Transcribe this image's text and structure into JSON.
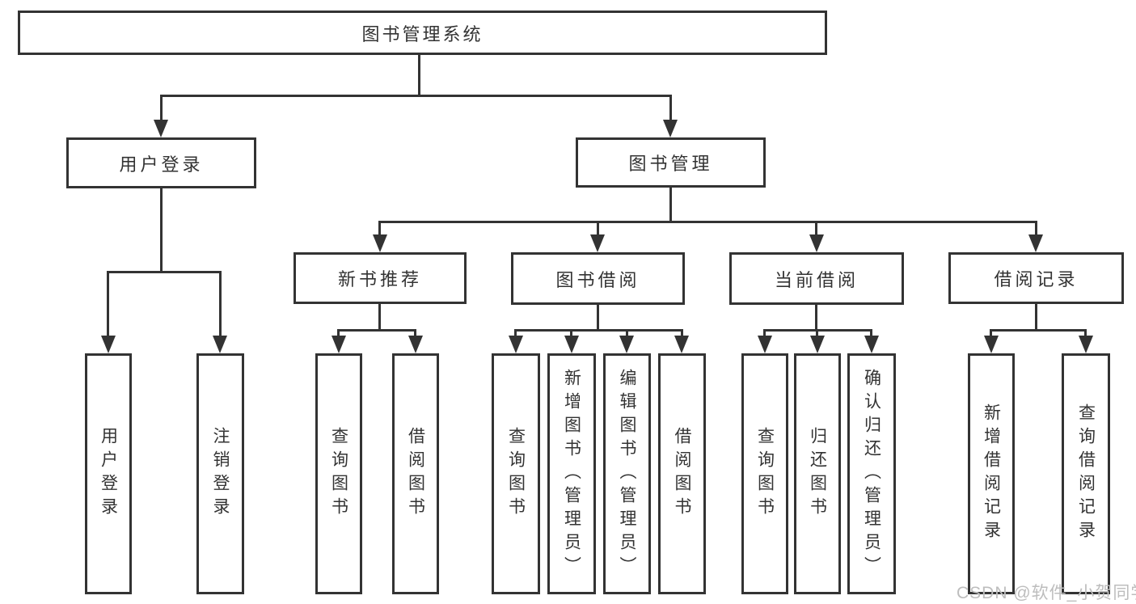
{
  "diagram_title": "图书管理系统",
  "tree": {
    "root": {
      "label": "图书管理系统",
      "children": [
        {
          "label": "用户登录",
          "children": [
            {
              "label": "用户登录"
            },
            {
              "label": "注销登录"
            }
          ]
        },
        {
          "label": "图书管理",
          "children": [
            {
              "label": "新书推荐",
              "children": [
                {
                  "label": "查询图书"
                },
                {
                  "label": "借阅图书"
                }
              ]
            },
            {
              "label": "图书借阅",
              "children": [
                {
                  "label": "查询图书"
                },
                {
                  "label": "新增图书（管理员）"
                },
                {
                  "label": "编辑图书（管理员）"
                },
                {
                  "label": "借阅图书"
                }
              ]
            },
            {
              "label": "当前借阅",
              "children": [
                {
                  "label": "查询图书"
                },
                {
                  "label": "归还图书"
                },
                {
                  "label": "确认归还（管理员）"
                }
              ]
            },
            {
              "label": "借阅记录",
              "children": [
                {
                  "label": "新增借阅记录"
                },
                {
                  "label": "查询借阅记录"
                }
              ]
            }
          ]
        }
      ]
    }
  },
  "watermark": {
    "text": "CSDN @软件_小贺同学"
  },
  "colors": {
    "line": "#333333",
    "text": "#333333",
    "watermark": "#bdbdbd",
    "background": "#ffffff"
  }
}
